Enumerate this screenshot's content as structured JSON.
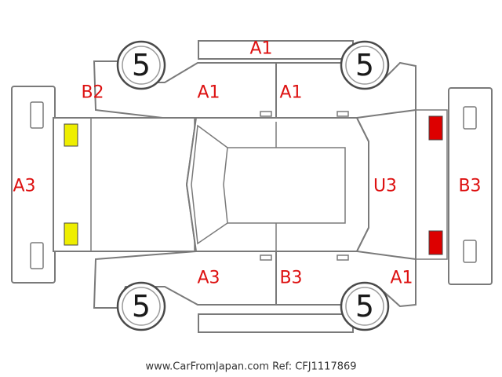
{
  "colors": {
    "damage_code": "#dd1111",
    "light_front": "#eeee00",
    "light_rear": "#dd0000",
    "outline": "#7a7a7a"
  },
  "tyres": {
    "front_left": "5",
    "rear_left": "5",
    "front_right": "5",
    "rear_right": "5"
  },
  "damage_codes": {
    "roof_top": "A1",
    "front_left_fender": "B2",
    "front_door_top": "A1",
    "rear_door_top": "A1",
    "front_bumper": "A3",
    "rear_bumper": "B3",
    "rear_hatch": "U3",
    "front_door_bottom": "A3",
    "rear_door_bottom": "B3",
    "rear_quarter_bottom": "A1"
  },
  "watermark": "www.CarFromJapan.com Ref: CFJ1117869"
}
